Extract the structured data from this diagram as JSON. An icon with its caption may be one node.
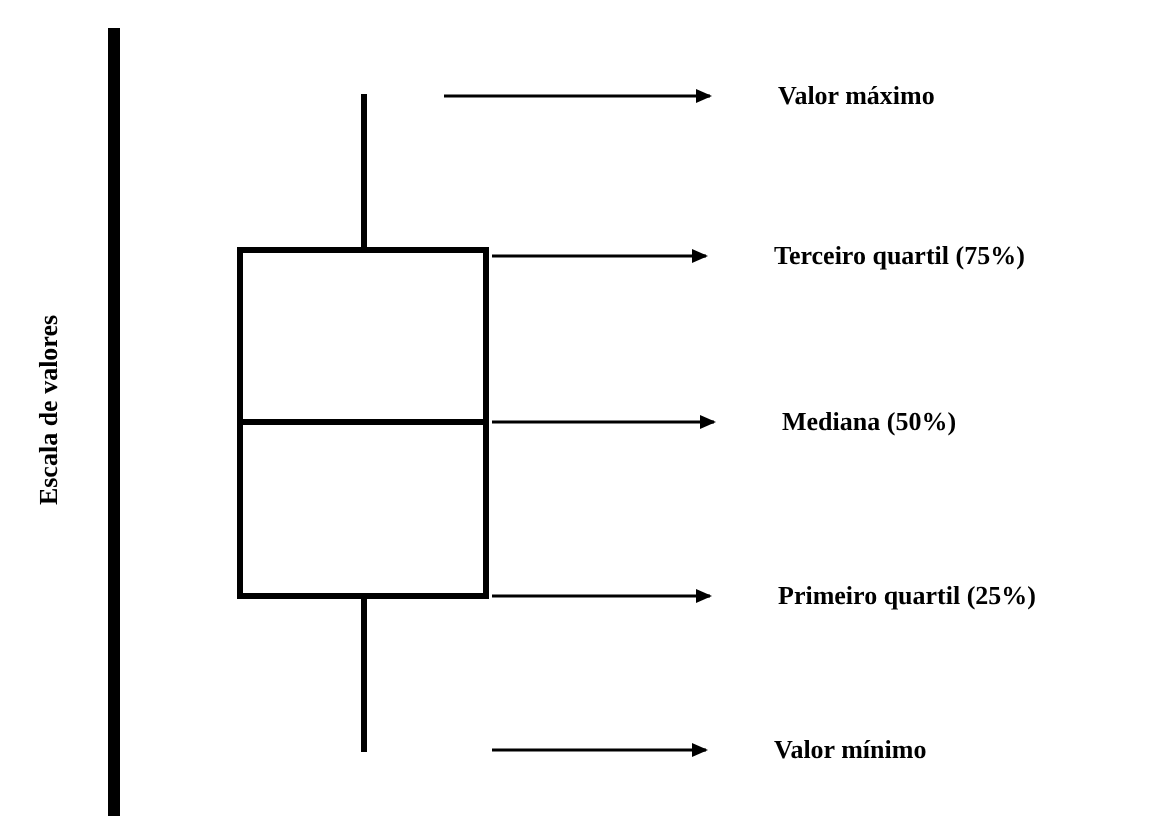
{
  "diagram": {
    "nodes": [
      {
        "text": [
          "Valor máximo"
        ]
      },
      {
        "text": [
          "Terceiro quartil (75%)"
        ]
      },
      {
        "text": [
          "Mediana (50%)"
        ]
      },
      {
        "text": [
          "Primeiro quartil (25%)"
        ]
      },
      {
        "text": [
          "Valor mínimo"
        ]
      }
    ],
    "edges": [
      {
        "from": null,
        "to": 0,
        "arrow": "to"
      },
      {
        "from": null,
        "to": 1,
        "arrow": "to"
      },
      {
        "from": null,
        "to": 2,
        "arrow": "to"
      },
      {
        "from": null,
        "to": 3,
        "arrow": "to"
      },
      {
        "from": null,
        "to": 4,
        "arrow": "to"
      }
    ],
    "labels": [
      "Escala de valores"
    ]
  }
}
